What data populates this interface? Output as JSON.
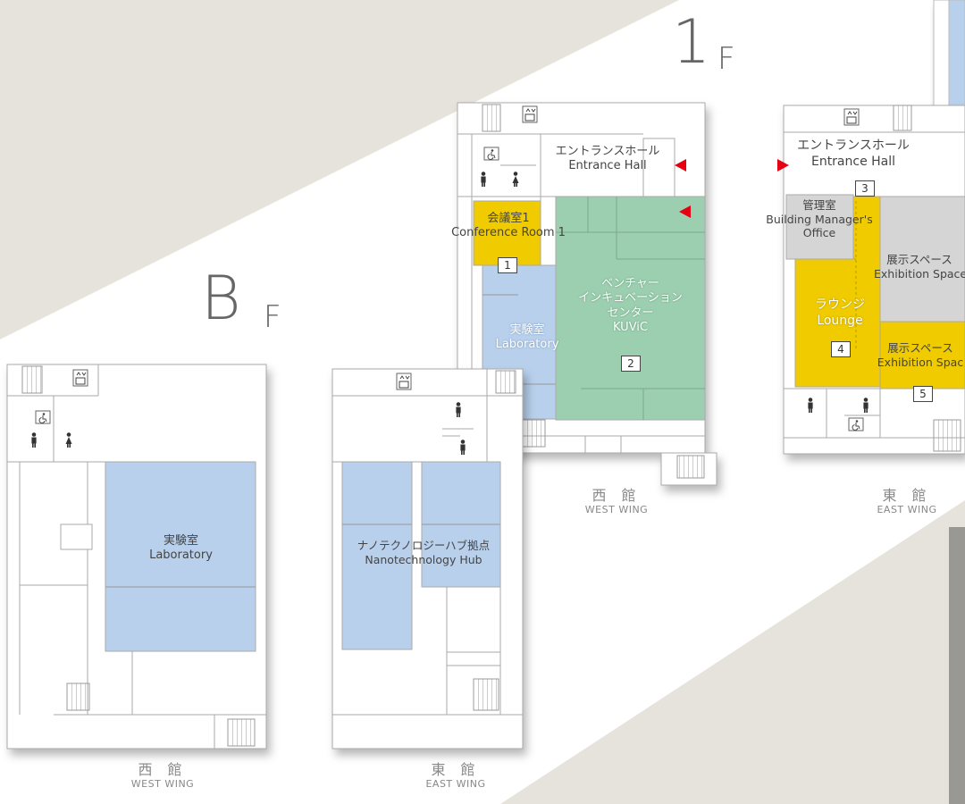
{
  "floors": {
    "first": {
      "label_big": "1",
      "label_small": "F"
    },
    "basement": {
      "label_big": "B",
      "label_small": "F"
    }
  },
  "west_1f": {
    "entrance_jp": "エントランスホール",
    "entrance_en": "Entrance Hall",
    "conference_jp": "会議室1",
    "conference_en": "Conference Room 1",
    "conference_no": "1",
    "venture_jp1": "ベンチャー",
    "venture_jp2": "インキュベーション",
    "venture_jp3": "センター",
    "venture_en": "KUViC",
    "venture_no": "2",
    "lab_jp": "実験室",
    "lab_en": "Laboratory"
  },
  "east_1f": {
    "entrance_jp": "エントランスホール",
    "entrance_en": "Entrance Hall",
    "entrance_no": "3",
    "office_jp": "管理室",
    "office_en1": "Building Manager's",
    "office_en2": "Office",
    "exhibit_a_jp": "展示スペース",
    "exhibit_a_en": "Exhibition Space",
    "lounge_jp": "ラウンジ",
    "lounge_en": "Lounge",
    "lounge_no": "4",
    "exhibit_b_jp": "展示スペース",
    "exhibit_b_en": "Exhibition Spac",
    "exhibit_b_no": "5"
  },
  "west_bf": {
    "lab_jp": "実験室",
    "lab_en": "Laboratory"
  },
  "east_bf": {
    "hub_jp": "ナノテクノロジーハブ拠点",
    "hub_en": "Nanotechnology Hub"
  },
  "wings": {
    "west_jp": "西 館",
    "west_en": "WEST WING",
    "east_jp": "東 館",
    "east_en": "EAST WING"
  },
  "icons": [
    "elevator-icon",
    "stairs-icon",
    "wheelchair-icon",
    "male-icon",
    "female-icon",
    "entrance-arrow-icon"
  ],
  "colors": {
    "lab": "#b8d0ec",
    "venture": "#9ccfb0",
    "yellow": "#f0cb00",
    "gray": "#d5d5d5",
    "bg": "#e6e3dc"
  }
}
